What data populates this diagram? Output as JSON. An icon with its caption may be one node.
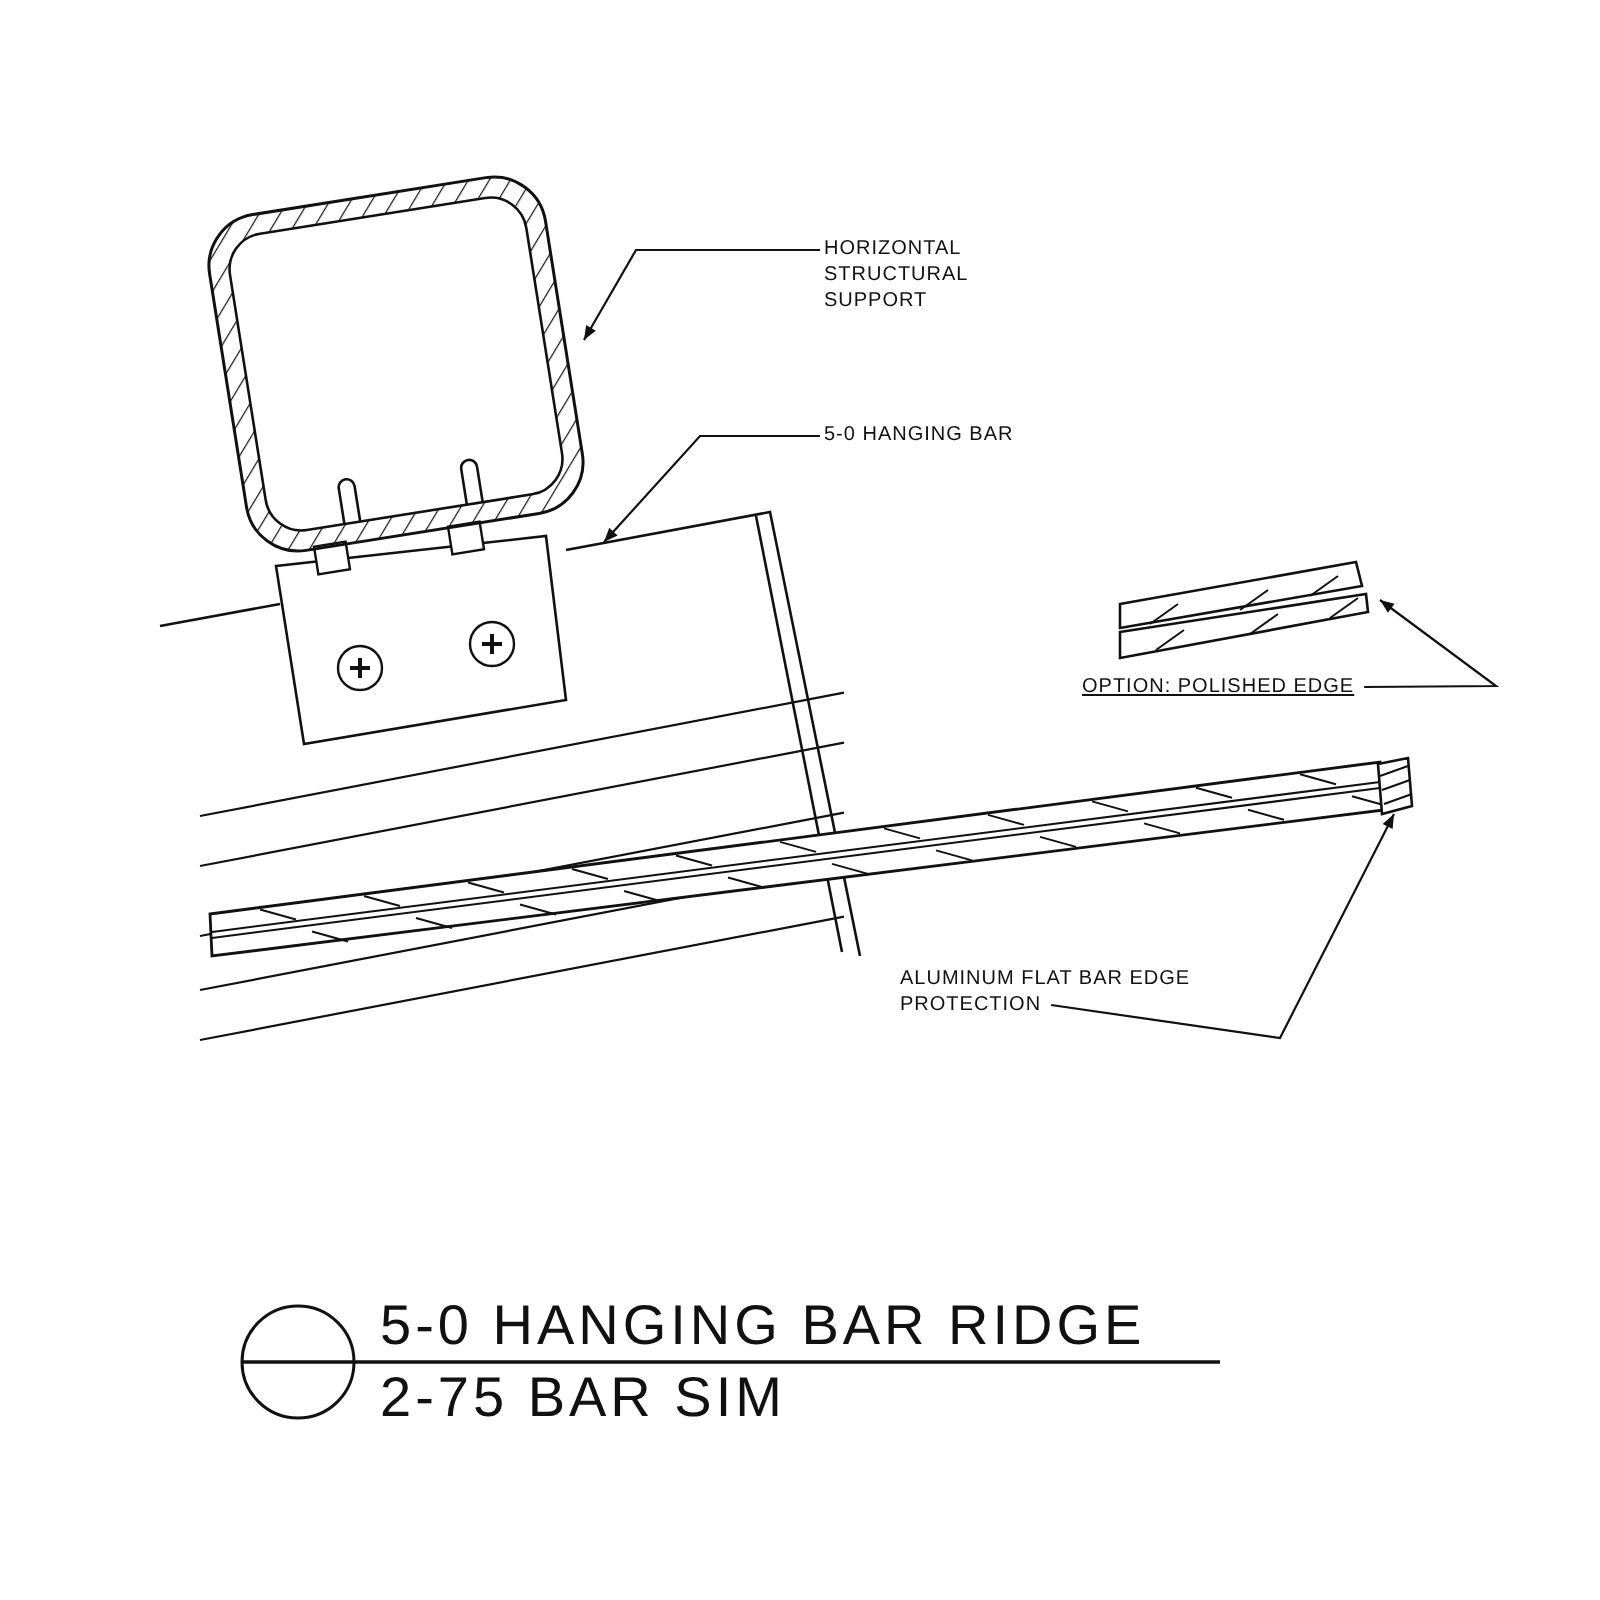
{
  "diagram": {
    "title": "5-0 HANGING BAR RIDGE",
    "nodes": [
      {
        "text": [
          "HORIZONTAL STRUCTURAL SUPPORT"
        ]
      },
      {
        "text": [],
        "shape": "picture"
      },
      {
        "text": [
          "5-0 HANGING BAR"
        ]
      },
      {
        "text": [],
        "shape": "picture"
      },
      {
        "text": [],
        "shape": "bar"
      },
      {
        "text": [
          "OPTION: POLISHED EDGE"
        ]
      },
      {
        "text": [],
        "shape": "picture"
      },
      {
        "text": [
          "ALUMINUM FLAT BAR EDGE PROTECTION"
        ]
      }
    ],
    "edges": [
      {
        "from": 0,
        "to": 1,
        "arrow": "to"
      },
      {
        "from": 2,
        "to": 3,
        "arrow": "to"
      },
      {
        "from": 5,
        "to": 4,
        "arrow": "to"
      },
      {
        "from": 7,
        "to": 6,
        "arrow": "to"
      }
    ],
    "labels": [
      "2-75 BAR SIM"
    ]
  }
}
